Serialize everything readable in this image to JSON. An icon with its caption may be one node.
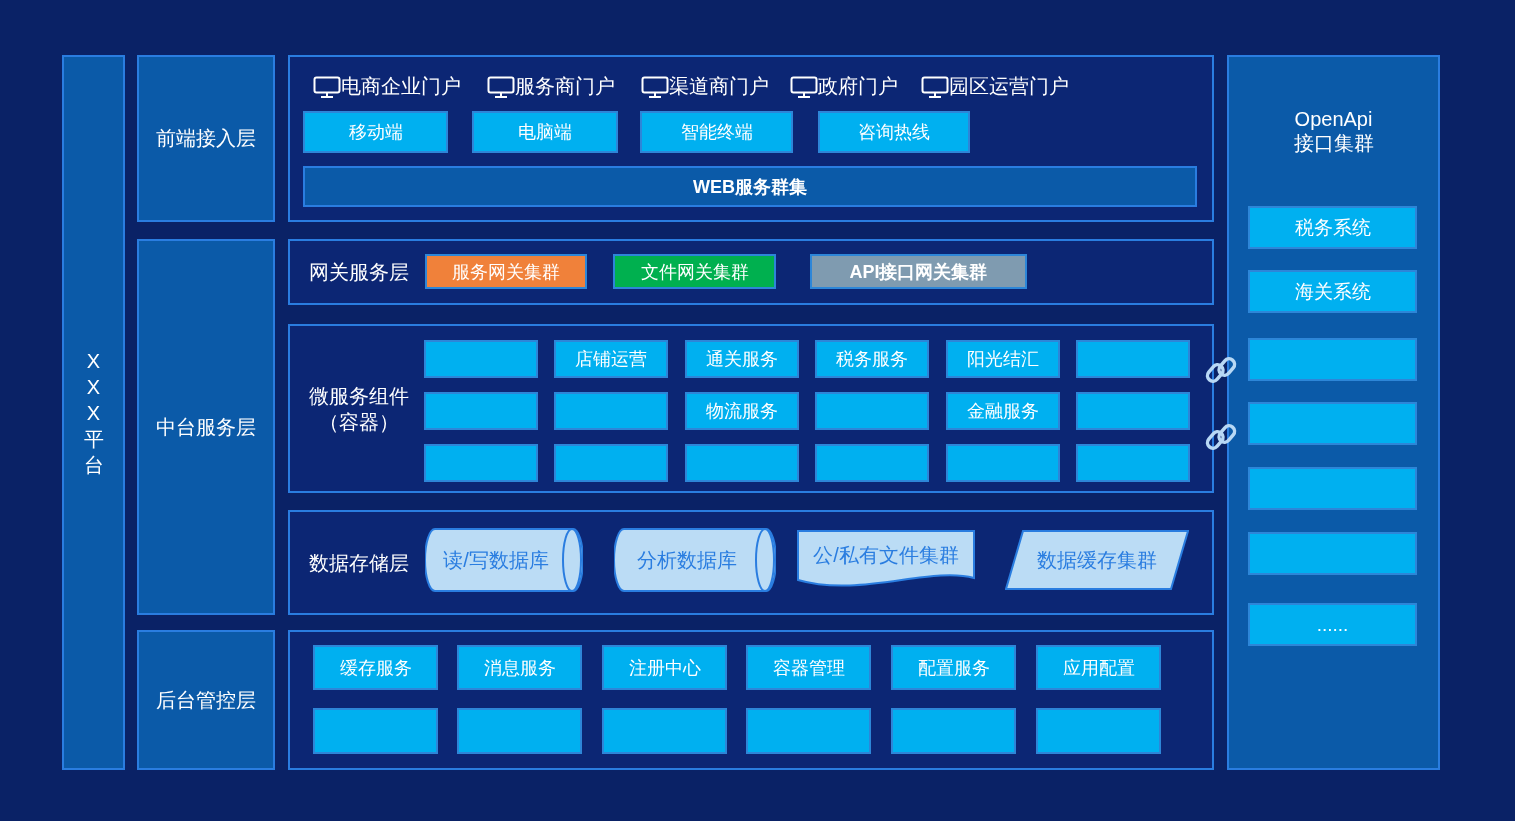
{
  "diagram": {
    "nodes": [
      {
        "text": [
          "XXX平台"
        ]
      },
      {
        "text": [
          "前端接入层"
        ]
      },
      {
        "text": [],
        "shape": "box"
      },
      {
        "text": [
          "移动端"
        ],
        "in": 2
      },
      {
        "text": [
          "电脑端"
        ],
        "in": 2
      },
      {
        "text": [
          "智能终端"
        ],
        "in": 2
      },
      {
        "text": [
          "咨询热线"
        ],
        "in": 2
      },
      {
        "text": [
          "WEB服务群集"
        ],
        "in": 2
      },
      {
        "text": [
          "中台服务层"
        ]
      },
      {
        "text": [
          "网关服务层"
        ]
      },
      {
        "text": [
          "服务网关集群"
        ],
        "in": 9
      },
      {
        "text": [
          "文件网关集群"
        ],
        "in": 9
      },
      {
        "text": [
          "API接口网关集群"
        ],
        "in": 9
      },
      {
        "text": [
          "微服务组件（容器）"
        ]
      },
      {
        "text": [],
        "shape": "box",
        "in": 13
      },
      {
        "text": [
          "店铺运营"
        ],
        "in": 13
      },
      {
        "text": [
          "通关服务"
        ],
        "in": 13
      },
      {
        "text": [
          "税务服务"
        ],
        "in": 13
      },
      {
        "text": [
          "阳光结汇"
        ],
        "in": 13
      },
      {
        "text": [],
        "shape": "box",
        "in": 13
      },
      {
        "text": [],
        "shape": "box",
        "in": 13
      },
      {
        "text": [],
        "shape": "box",
        "in": 13
      },
      {
        "text": [
          "物流服务"
        ],
        "in": 13
      },
      {
        "text": [],
        "shape": "box",
        "in": 13
      },
      {
        "text": [
          "金融服务"
        ],
        "in": 13
      },
      {
        "text": [],
        "shape": "box",
        "in": 13
      },
      {
        "text": [],
        "shape": "box",
        "in": 13
      },
      {
        "text": [],
        "shape": "box",
        "in": 13
      },
      {
        "text": [],
        "shape": "box",
        "in": 13
      },
      {
        "text": [],
        "shape": "box",
        "in": 13
      },
      {
        "text": [],
        "shape": "box",
        "in": 13
      },
      {
        "text": [],
        "shape": "box",
        "in": 13
      },
      {
        "text": [
          "数据存储层"
        ]
      },
      {
        "text": [
          "读/写数据库"
        ],
        "in": 32
      },
      {
        "text": [
          "分析数据库"
        ],
        "in": 32
      },
      {
        "text": [
          "公/私有文件集群"
        ],
        "in": 32
      },
      {
        "text": [
          "数据缓存集群"
        ],
        "in": 32
      },
      {
        "text": [
          "后台管控层"
        ]
      },
      {
        "text": [],
        "shape": "box"
      },
      {
        "text": [
          "缓存服务"
        ],
        "in": 38
      },
      {
        "text": [
          "消息服务"
        ],
        "in": 38
      },
      {
        "text": [
          "注册中心"
        ],
        "in": 38
      },
      {
        "text": [
          "容器管理"
        ],
        "in": 38
      },
      {
        "text": [
          "配置服务"
        ],
        "in": 38
      },
      {
        "text": [
          "应用配置"
        ],
        "in": 38
      },
      {
        "text": [],
        "shape": "box",
        "in": 38
      },
      {
        "text": [],
        "shape": "box",
        "in": 38
      },
      {
        "text": [],
        "shape": "box",
        "in": 38
      },
      {
        "text": [],
        "shape": "box",
        "in": 38
      },
      {
        "text": [],
        "shape": "box",
        "in": 38
      },
      {
        "text": [],
        "shape": "box",
        "in": 38
      },
      {
        "text": [
          "OpenApi接口集群"
        ]
      },
      {
        "text": [
          "税务系统"
        ],
        "in": 51
      },
      {
        "text": [
          "海关系统"
        ],
        "in": 51
      },
      {
        "text": [],
        "shape": "box",
        "in": 51
      },
      {
        "text": [],
        "shape": "box",
        "in": 51
      },
      {
        "text": [],
        "shape": "box",
        "in": 51
      },
      {
        "text": [],
        "shape": "box",
        "in": 51
      },
      {
        "text": [
          "......"
        ],
        "in": 51
      }
    ],
    "labels": [
      "电商企业门户",
      "服务商门户",
      "渠道商门户",
      "政府门户",
      "园区运营门户"
    ]
  }
}
